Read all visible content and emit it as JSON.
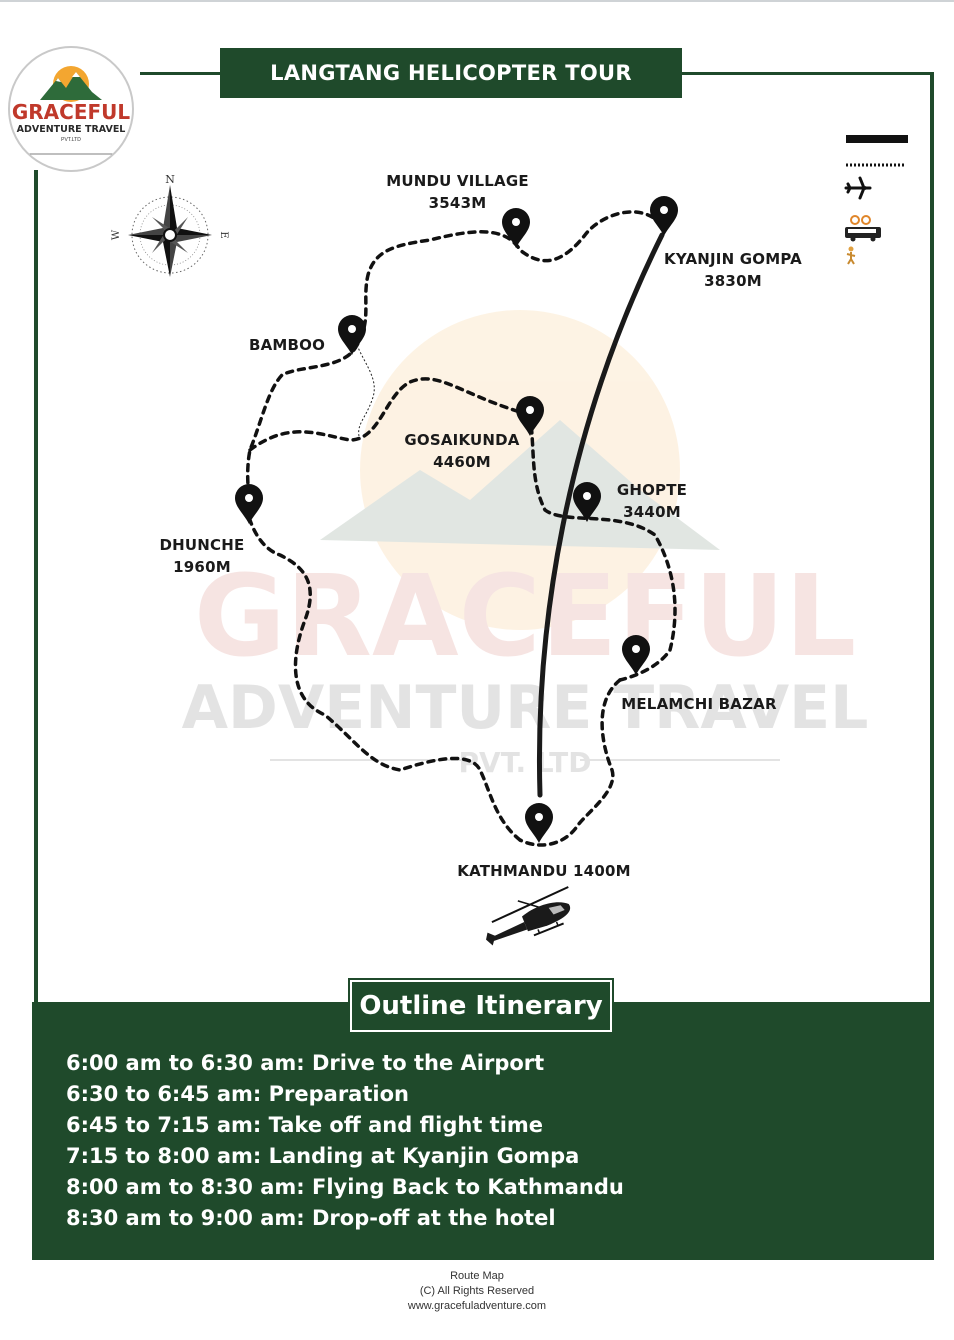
{
  "brand": {
    "name": "GRACEFUL",
    "tagline": "ADVENTURE TRAVEL",
    "suffix": "PVT.LTD"
  },
  "title": "LANGTANG HELICOPTER TOUR",
  "compass": {
    "north": "N",
    "west": "W",
    "east": "E"
  },
  "legend": {
    "icons": [
      "solid-line",
      "dotted-line",
      "airplane-icon",
      "bus-icon",
      "trekker-icon"
    ]
  },
  "places": {
    "mundu": {
      "name": "MUNDU VILLAGE",
      "altitude": "3543M"
    },
    "kyanjin": {
      "name": "KYANJIN GOMPA",
      "altitude": "3830M"
    },
    "bamboo": {
      "name": "BAMBOO"
    },
    "gosaikunda": {
      "name": "GOSAIKUNDA",
      "altitude": "4460M"
    },
    "ghopte": {
      "name": "GHOPTE",
      "altitude": "3440M"
    },
    "dhunche": {
      "name": "DHUNCHE",
      "altitude": "1960M"
    },
    "melamchi": {
      "name": "MELAMCHI BAZAR"
    },
    "kathmandu": {
      "name": "KATHMANDU 1400M"
    }
  },
  "watermark": {
    "line1": "GRACEFUL",
    "line2": "ADVENTURE TRAVEL",
    "line3": "PVT. LTD"
  },
  "itinerary": {
    "heading": "Outline Itinerary",
    "items": [
      "6:00 am to 6:30 am: Drive to the Airport",
      "6:30 to 6:45 am: Preparation",
      "6:45 to 7:15 am: Take off and flight time",
      "7:15 to 8:00 am: Landing at Kyanjin Gompa",
      "8:00 am to 8:30 am: Flying Back to Kathmandu",
      "8:30 am to 9:00 am: Drop-off at the hotel"
    ]
  },
  "footer": {
    "line1": "Route Map",
    "line2": "(C) All Rights Reserved",
    "line3": "www.gracefuladventure.com"
  },
  "colors": {
    "brand_green": "#1f4a2b",
    "brand_red": "#c0392b",
    "sun_orange": "#f0a030"
  }
}
